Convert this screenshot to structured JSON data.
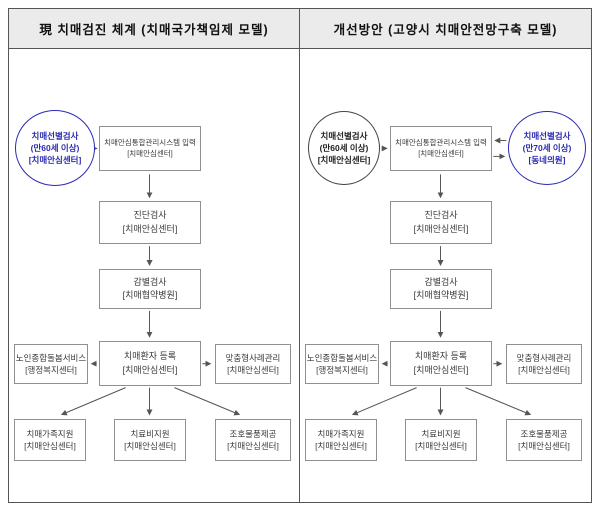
{
  "colors": {
    "accent_blue": "#2b2bb2",
    "frame_border": "#555555",
    "box_border": "#8f8f8f",
    "header_bg": "#ebebeb",
    "arrow": "#555555",
    "dark_oval": "#444444"
  },
  "left": {
    "title": "現 치매검진 체계 (치매국가책임제 모델)",
    "screening_oval": {
      "line1": "치매선별검사",
      "line2": "(만60세 이상)",
      "line3": "[치매안심센터]"
    },
    "system_input": {
      "name": "치매안심통합관리시스템 입력",
      "org": "[치매안심센터]"
    },
    "diagnosis": {
      "name": "진단검사",
      "org": "[치매안심센터]"
    },
    "differential": {
      "name": "감별검사",
      "org": "[치매협약병원]"
    },
    "registration": {
      "name": "치매환자 등록",
      "org": "[치매안심센터]"
    },
    "elderly_care": {
      "name": "노인종합돌봄서비스",
      "org": "[행정복지센터]"
    },
    "case_management": {
      "name": "맞춤형사례관리",
      "org": "[치매안심센터]"
    },
    "family_support": {
      "name": "치매가족지원",
      "org": "[치매안심센터]"
    },
    "treatment_support": {
      "name": "치료비지원",
      "org": "[치매안심센터]"
    },
    "care_supplies": {
      "name": "조호물품제공",
      "org": "[치매안심센터]"
    }
  },
  "right": {
    "title": "개선방안 (고양시 치매안전망구축 모델)",
    "screening_oval": {
      "line1": "치매선별검사",
      "line2": "(만60세 이상)",
      "line3": "[치매안심센터]"
    },
    "clinic_oval": {
      "line1": "치매선별검사",
      "line2": "(만70세 이상)",
      "line3": "[동네의원]"
    },
    "system_input": {
      "name": "치매안심통합관리시스템 입력",
      "org": "[치매안심센터]"
    },
    "diagnosis": {
      "name": "진단검사",
      "org": "[치매안심센터]"
    },
    "differential": {
      "name": "감별검사",
      "org": "[치매협약병원]"
    },
    "registration": {
      "name": "치매환자 등록",
      "org": "[치매안심센터]"
    },
    "elderly_care": {
      "name": "노인종합돌봄서비스",
      "org": "[행정복지센터]"
    },
    "case_management": {
      "name": "맞춤형사례관리",
      "org": "[치매안심센터]"
    },
    "family_support": {
      "name": "치매가족지원",
      "org": "[치매안심센터]"
    },
    "treatment_support": {
      "name": "치료비지원",
      "org": "[치매안심센터]"
    },
    "care_supplies": {
      "name": "조호물품제공",
      "org": "[치매안심센터]"
    }
  }
}
